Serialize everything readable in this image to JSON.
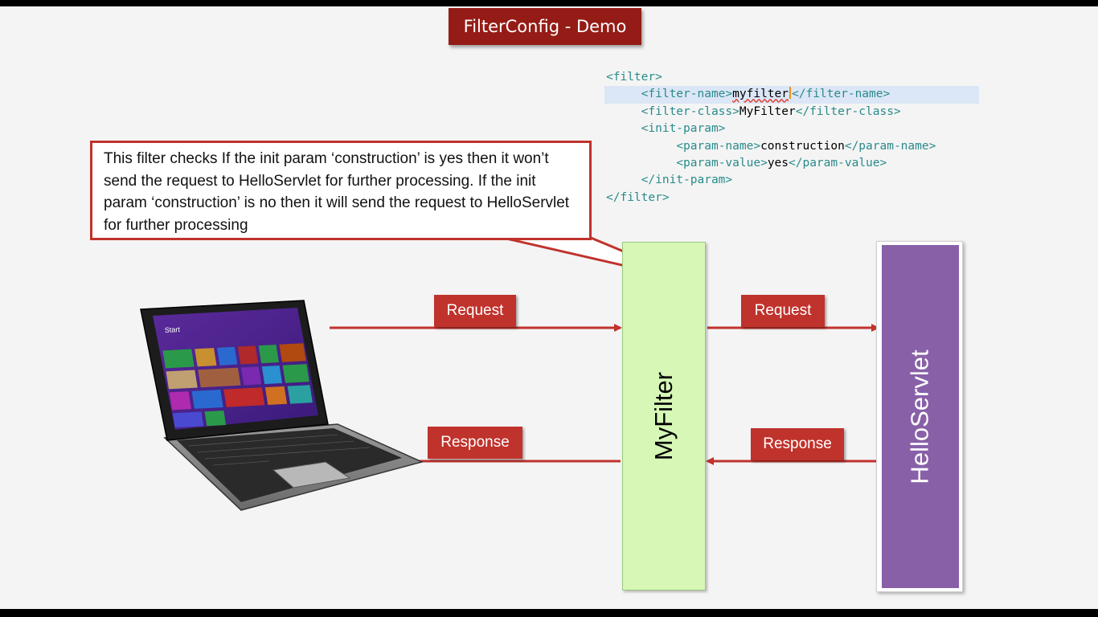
{
  "title": "FilterConfig - Demo",
  "code_lines": [
    {
      "tag_open": "<filter>"
    },
    {
      "tag_open": "<filter-name>",
      "value": "myfilter",
      "tag_close": "</filter-name>"
    },
    {
      "tag_open": "<filter-class>",
      "value": "MyFilter",
      "tag_close": "</filter-class>"
    },
    {
      "tag_open": "<init-param>"
    },
    {
      "tag_open": "<param-name>",
      "value": "construction",
      "tag_close": "</param-name>"
    },
    {
      "tag_open": "<param-value>",
      "value": "yes",
      "tag_close": "</param-value>"
    },
    {
      "tag_open": "</init-param>"
    },
    {
      "tag_open": "</filter>"
    }
  ],
  "callout": "This filter checks If the init param ‘construction’ is yes then it won’t send the request to HelloServlet for further processing. If the init param ‘construction’ is no then it will send the request to HelloServlet for further processing",
  "nodes": {
    "filter": "MyFilter",
    "servlet": "HelloServlet"
  },
  "labels": {
    "request_left": "Request",
    "request_right": "Request",
    "response_left": "Response",
    "response_right": "Response"
  },
  "laptop_screen": "Start",
  "colors": {
    "accent_red": "#c0322c",
    "title_red": "#951c16",
    "filter_green": "#d6f7b6",
    "servlet_purple": "#8860a8",
    "code_teal": "#2a8a8a"
  }
}
